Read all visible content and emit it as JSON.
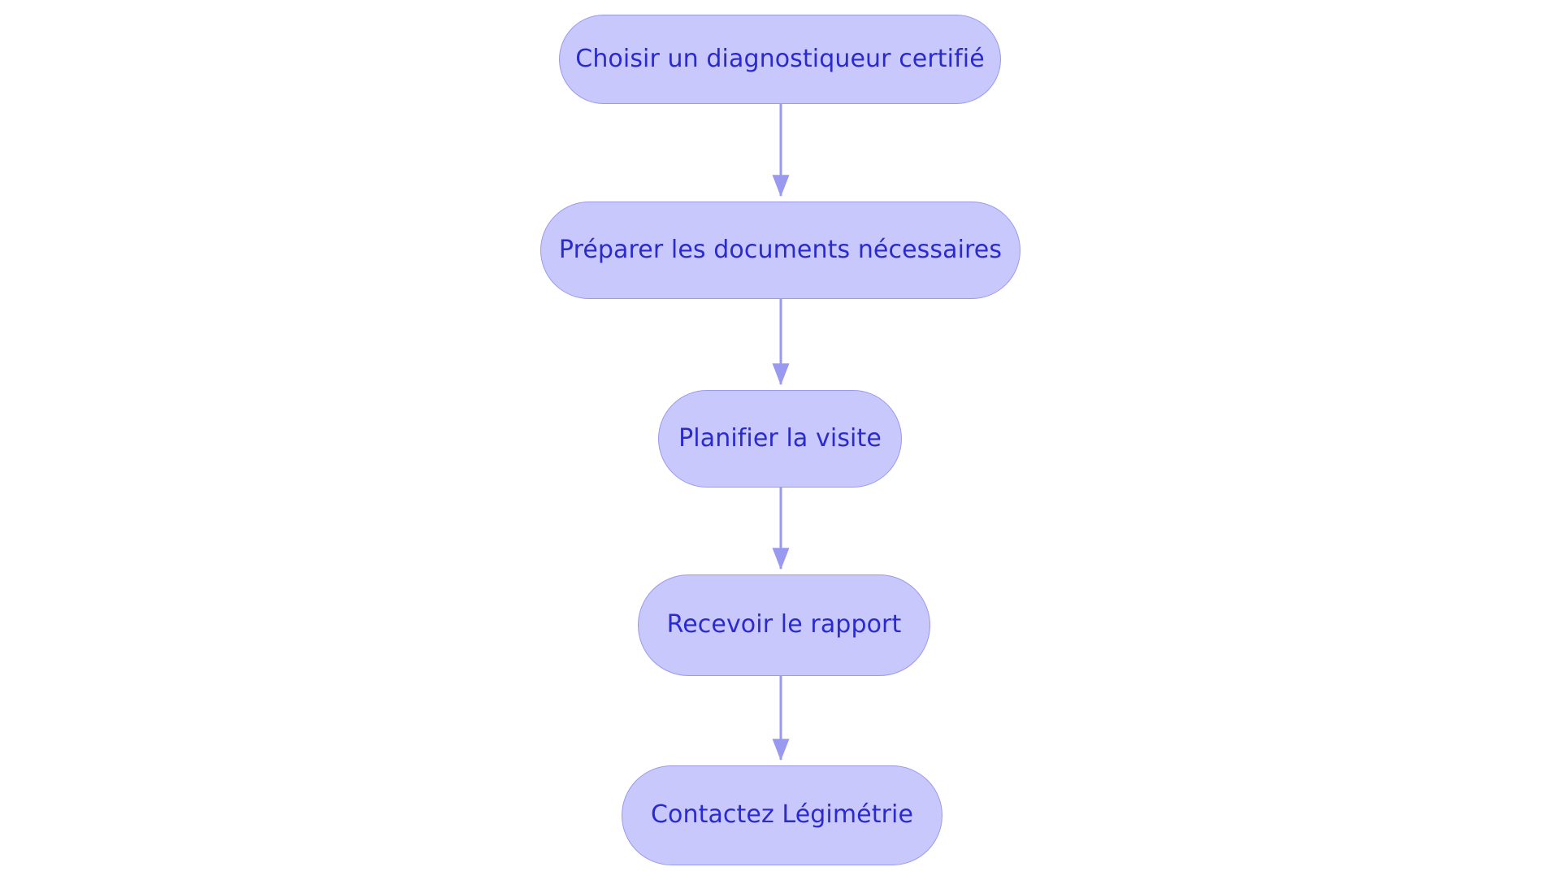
{
  "diagram": {
    "type": "flowchart",
    "orientation": "top-to-bottom",
    "background_color": "#ffffff",
    "node_fill_color": "#c8c8fc",
    "node_border_color": "#9999f0",
    "node_text_color": "#2a2ad0",
    "edge_color": "#9999f0",
    "nodes": [
      {
        "id": "n0",
        "label": "Choisir un diagnostiqueur certifié"
      },
      {
        "id": "n1",
        "label": "Préparer les documents nécessaires"
      },
      {
        "id": "n2",
        "label": "Planifier la visite"
      },
      {
        "id": "n3",
        "label": "Recevoir le rapport"
      },
      {
        "id": "n4",
        "label": "Contactez Légimétrie"
      }
    ],
    "edges": [
      {
        "from": "n0",
        "to": "n1",
        "label": "",
        "arrow": "single"
      },
      {
        "from": "n1",
        "to": "n2",
        "label": "",
        "arrow": "single"
      },
      {
        "from": "n2",
        "to": "n3",
        "label": "",
        "arrow": "single"
      },
      {
        "from": "n3",
        "to": "n4",
        "label": "",
        "arrow": "single"
      }
    ]
  }
}
